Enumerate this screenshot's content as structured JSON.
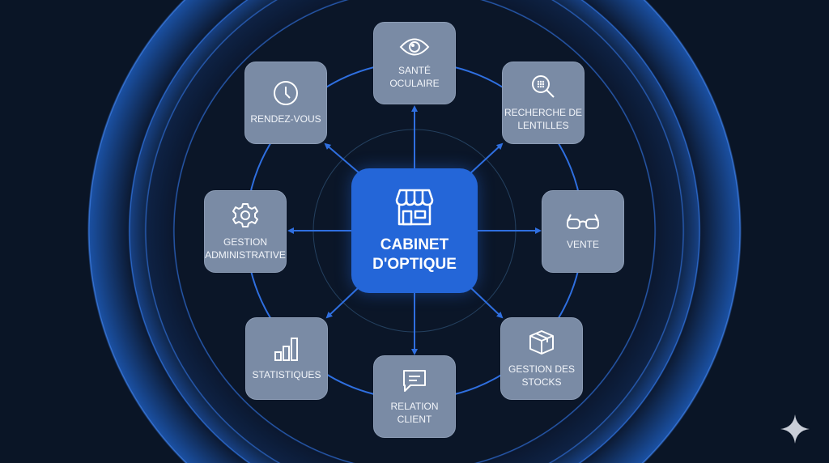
{
  "center": {
    "title_line1": "CABINET",
    "title_line2": "D'OPTIQUE",
    "icon": "storefront-icon"
  },
  "nodes": [
    {
      "id": "sante",
      "line1": "SANTÉ OCULAIRE",
      "line2": "",
      "icon": "eye-icon"
    },
    {
      "id": "recherche",
      "line1": "RECHERCHE DE",
      "line2": "LENTILLES",
      "icon": "search-grid-icon"
    },
    {
      "id": "vente",
      "line1": "VENTE",
      "line2": "",
      "icon": "glasses-icon"
    },
    {
      "id": "stocks",
      "line1": "GESTION DES",
      "line2": "STOCKS",
      "icon": "box-icon"
    },
    {
      "id": "relation",
      "line1": "RELATION",
      "line2": "CLIENT",
      "icon": "chat-icon"
    },
    {
      "id": "statistiques",
      "line1": "STATISTIQUES",
      "line2": "",
      "icon": "bar-chart-icon"
    },
    {
      "id": "gestion",
      "line1": "GESTION",
      "line2": "ADMINISTRATIVE",
      "icon": "gear-icon"
    },
    {
      "id": "rendezvous",
      "line1": "RENDEZ-VOUS",
      "line2": "",
      "icon": "clock-icon"
    }
  ],
  "colors": {
    "background": "#0a1526",
    "accent": "#2466d8",
    "node": "#7a8ba5",
    "line": "#2f6fe0"
  }
}
